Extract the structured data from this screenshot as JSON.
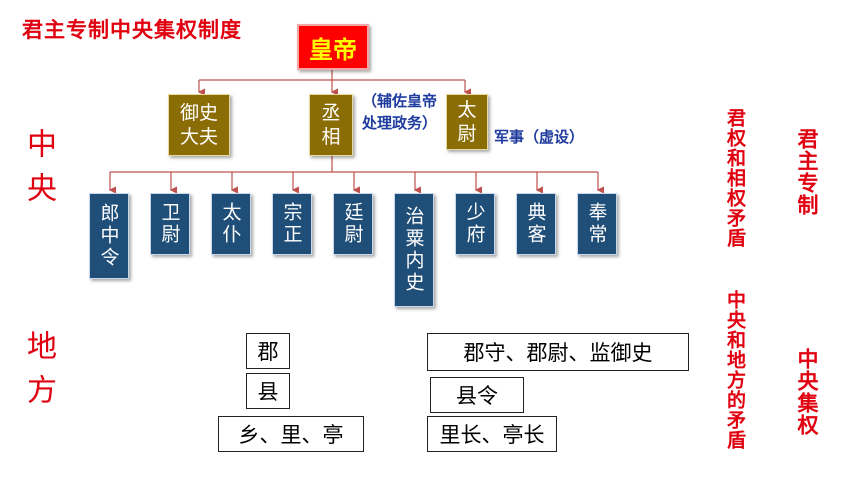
{
  "title": "君主专制中央集权制度",
  "emperor": "皇帝",
  "ministers": {
    "censor": "御史大夫",
    "chancellor": "丞相",
    "chancellor_note_1": "（辅佐皇帝",
    "chancellor_note_2": "处理政务）",
    "commandant": "太尉",
    "commandant_note": "军事（虚设）"
  },
  "nine_ministers": [
    "郎中令",
    "卫尉",
    "太仆",
    "宗正",
    "廷尉",
    "治粟内史",
    "少府",
    "典客",
    "奉常"
  ],
  "side_labels": {
    "central": "中央",
    "local": "地方"
  },
  "local_levels": [
    "郡",
    "县",
    "乡、里、亭"
  ],
  "local_officials": [
    "郡守、郡尉、监御史",
    "县令",
    "里长、亭长"
  ],
  "contradictions": {
    "col1_top": "君权和相权矛盾",
    "col1_bottom": "中央和地方的矛盾",
    "col2_top": "君主专制",
    "col2_bottom": "中央集权"
  },
  "colors": {
    "accent_red": "#e0000f",
    "emperor_bg": "#ff0000",
    "emperor_text": "#ffff00",
    "minister_gold": "#8b6d05",
    "minister_blue": "#1f4e79",
    "note_blue": "#1f3c9e",
    "connector": "#c0504d"
  }
}
